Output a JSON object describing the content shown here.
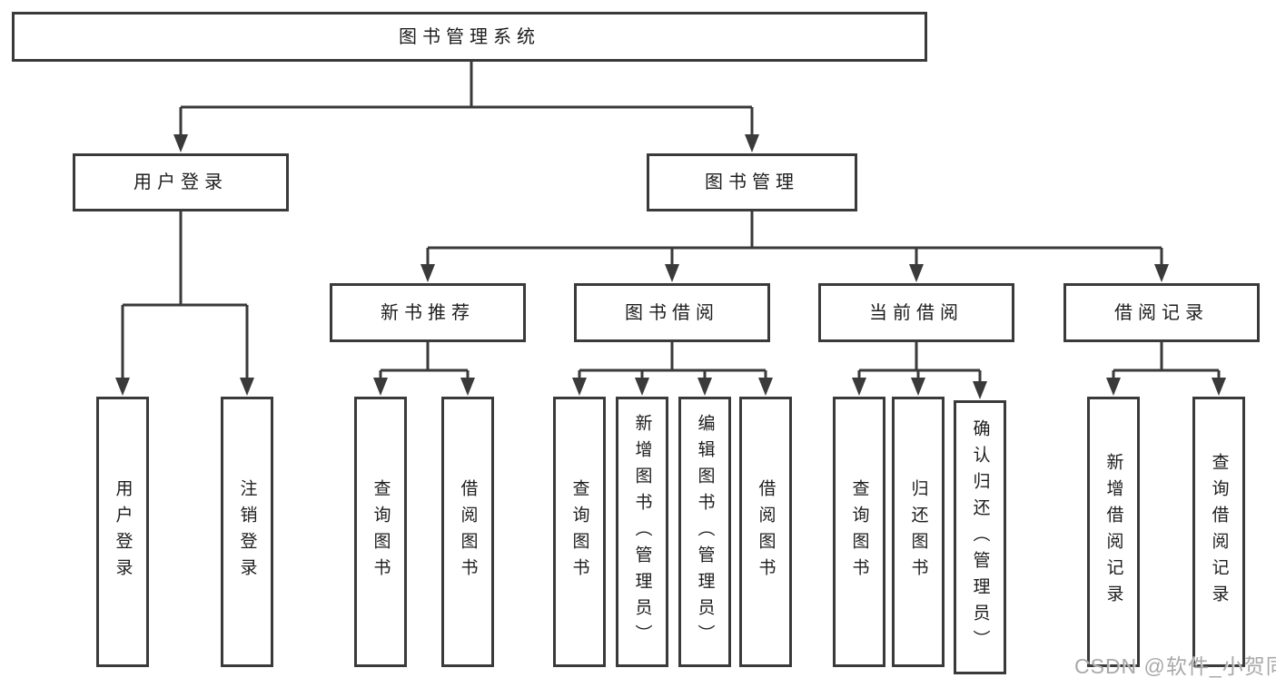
{
  "tree": {
    "label": "图书管理系统",
    "children": [
      {
        "label": "用户登录",
        "children": [
          {
            "label": "用户登录"
          },
          {
            "label": "注销登录"
          }
        ]
      },
      {
        "label": "图书管理",
        "children": [
          {
            "label": "新书推荐",
            "children": [
              {
                "label": "查询图书"
              },
              {
                "label": "借阅图书"
              }
            ]
          },
          {
            "label": "图书借阅",
            "children": [
              {
                "label": "查询图书"
              },
              {
                "label": "新增图书（管理员）"
              },
              {
                "label": "编辑图书（管理员）"
              },
              {
                "label": "借阅图书"
              }
            ]
          },
          {
            "label": "当前借阅",
            "children": [
              {
                "label": "查询图书"
              },
              {
                "label": "归还图书"
              },
              {
                "label": "确认归还（管理员）"
              }
            ]
          },
          {
            "label": "借阅记录",
            "children": [
              {
                "label": "新增借阅记录"
              },
              {
                "label": "查询借阅记录"
              }
            ]
          }
        ]
      }
    ]
  },
  "watermark": {
    "text": "CSDN @软件_小贺同学"
  },
  "colors": {
    "line": "#3a3a3a",
    "text": "#1d1d1d",
    "watermark": "#a9a9a9",
    "background": "#ffffff"
  }
}
